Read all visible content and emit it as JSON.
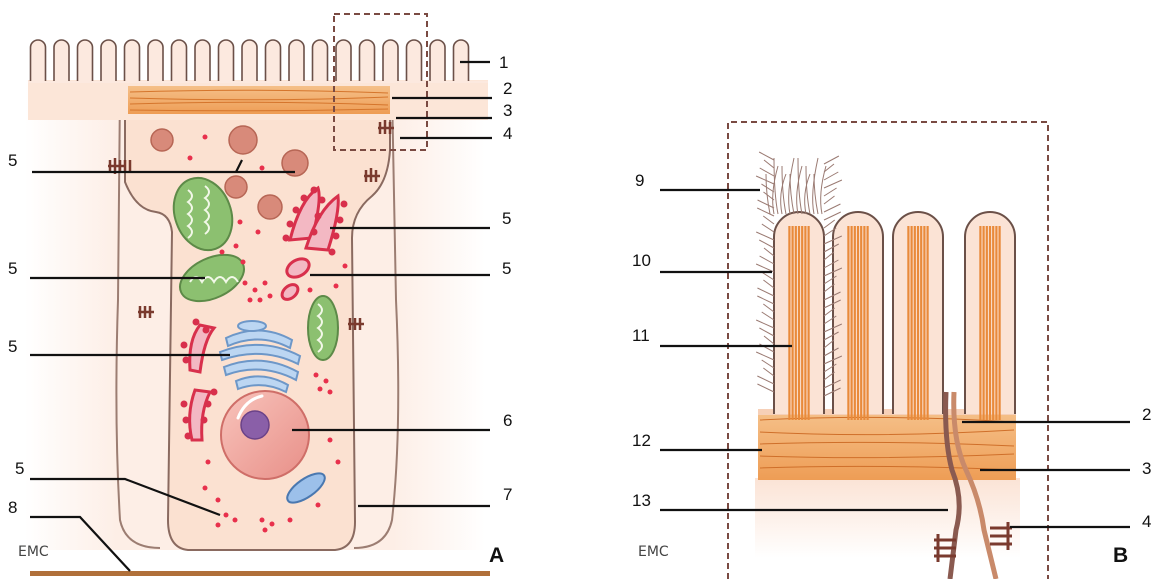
{
  "panel_a": {
    "letter": "A",
    "logo": "EMC",
    "labels": {
      "l1": "1",
      "l2": "2",
      "l3": "3",
      "l4": "4",
      "l5a": "5",
      "l5b": "5",
      "l5c": "5",
      "l5d": "5",
      "l5e": "5",
      "l5f": "5",
      "l6": "6",
      "l7": "7",
      "l8": "8"
    }
  },
  "panel_b": {
    "letter": "B",
    "logo": "EMC",
    "labels": {
      "l9": "9",
      "l10": "10",
      "l11": "11",
      "l12": "12",
      "l13": "13",
      "l2": "2",
      "l3": "3",
      "l4": "4"
    }
  },
  "colors": {
    "cytoplasm": "#fbe3d5",
    "terminal_web": "#f0a964",
    "mitochondria": "#8cc070",
    "rer": "#d8304c",
    "golgi": "#9cc0ea",
    "nucleus": "#f2a8a0",
    "basement": "#b0703a",
    "junction": "#7a3a2e",
    "actin": "#e98a3a"
  }
}
